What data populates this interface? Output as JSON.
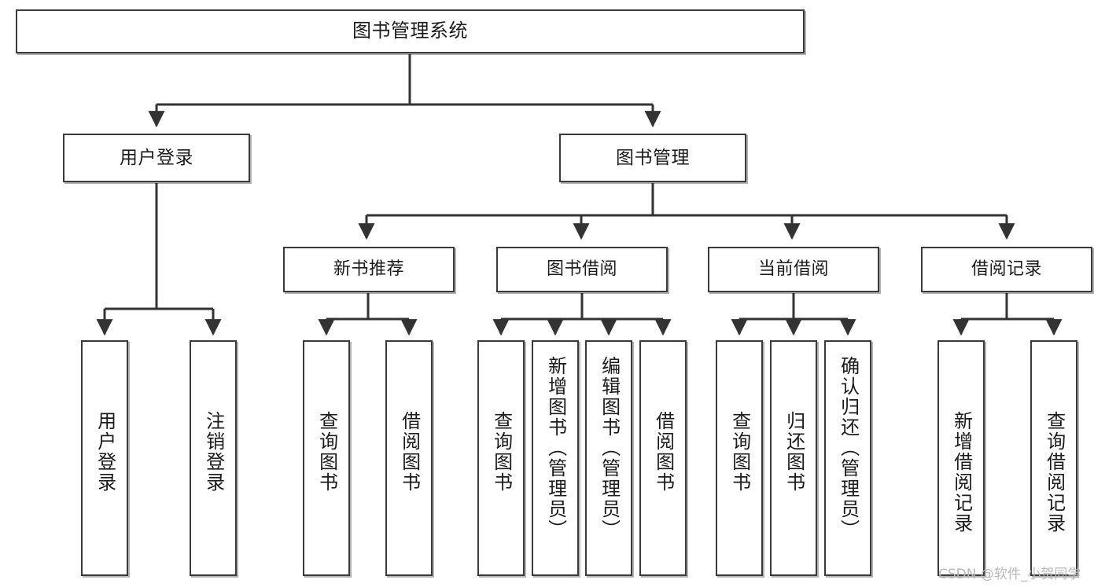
{
  "diagram": {
    "title": "图书管理系统",
    "watermark": "CSDN @软件_小贺同学",
    "colors": {
      "node_border": "#3a3a3a",
      "node_fill": "#ffffff",
      "edge": "#333333",
      "text": "#1b1b1b",
      "watermark": "#b9b9b9"
    },
    "root": {
      "label": "图书管理系统"
    },
    "level1": [
      {
        "label": "用户登录"
      },
      {
        "label": "图书管理"
      }
    ],
    "level2": [
      {
        "label": "新书推荐"
      },
      {
        "label": "图书借阅"
      },
      {
        "label": "当前借阅"
      },
      {
        "label": "借阅记录"
      }
    ],
    "leaves": {
      "user_login": [
        {
          "label": "用户登录"
        },
        {
          "label": "注销登录"
        }
      ],
      "new_book_recommend": [
        {
          "label": "查询图书"
        },
        {
          "label": "借阅图书"
        }
      ],
      "book_borrow": [
        {
          "label": "查询图书"
        },
        {
          "label": "新增图书（管理员）"
        },
        {
          "label": "编辑图书（管理员）"
        },
        {
          "label": "借阅图书"
        }
      ],
      "current_borrow": [
        {
          "label": "查询图书"
        },
        {
          "label": "归还图书"
        },
        {
          "label": "确认归还（管理员）"
        }
      ],
      "borrow_record": [
        {
          "label": "新增借阅记录"
        },
        {
          "label": "查询借阅记录"
        }
      ]
    }
  }
}
